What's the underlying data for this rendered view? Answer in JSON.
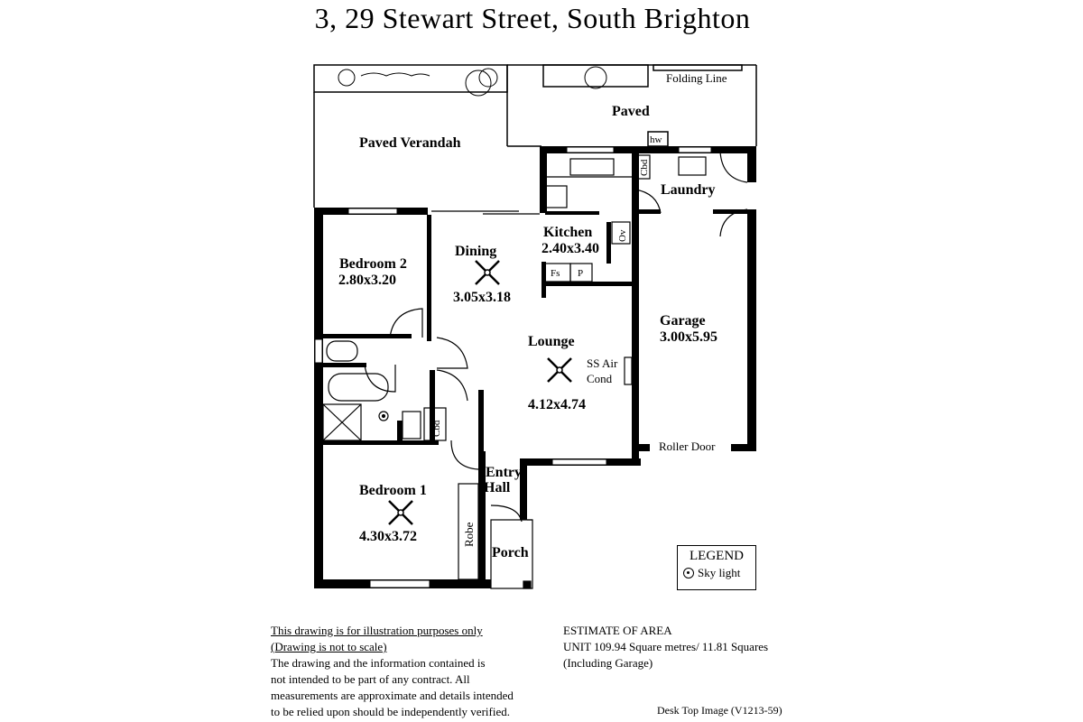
{
  "title": "3, 29  Stewart Street,  South Brighton",
  "rooms": {
    "paved_verandah": "Paved Verandah",
    "paved": "Paved",
    "folding_line": "Folding Line",
    "hw": "hw",
    "cbd_kitchen": "Cbd",
    "laundry": "Laundry",
    "kitchen": "Kitchen",
    "kitchen_size": "2.40x3.40",
    "ov": "Ov",
    "fs": "Fs",
    "p": "P",
    "dining": "Dining",
    "dining_size": "3.05x3.18",
    "bedroom2": "Bedroom 2",
    "bedroom2_size": "2.80x3.20",
    "lounge": "Lounge",
    "lounge_size": "4.12x4.74",
    "ss_air": "SS Air",
    "cond": "Cond",
    "garage": "Garage",
    "garage_size": "3.00x5.95",
    "roller_door": "Roller Door",
    "cbd_hall": "Cbd",
    "entry": "Entry",
    "hall": "Hall",
    "bedroom1": "Bedroom 1",
    "bedroom1_size": "4.30x3.72",
    "robe": "Robe",
    "porch": "Porch"
  },
  "legend": {
    "title": "LEGEND",
    "item": "Sky light"
  },
  "disclaimer": {
    "line1": "This drawing is for illustration purposes only",
    "line2": "(Drawing is not to scale)",
    "line3": "The drawing and the information contained is",
    "line4": "not intended to be part of any contract.  All",
    "line5": "measurements are approximate and details intended",
    "line6": "to be relied upon should be independently verified."
  },
  "area": {
    "heading": "ESTIMATE OF AREA",
    "line1": "UNIT  109.94 Square metres/ 11.81 Squares",
    "line2": "(Including Garage)"
  },
  "footer": "Desk Top Image  (V1213-59)"
}
